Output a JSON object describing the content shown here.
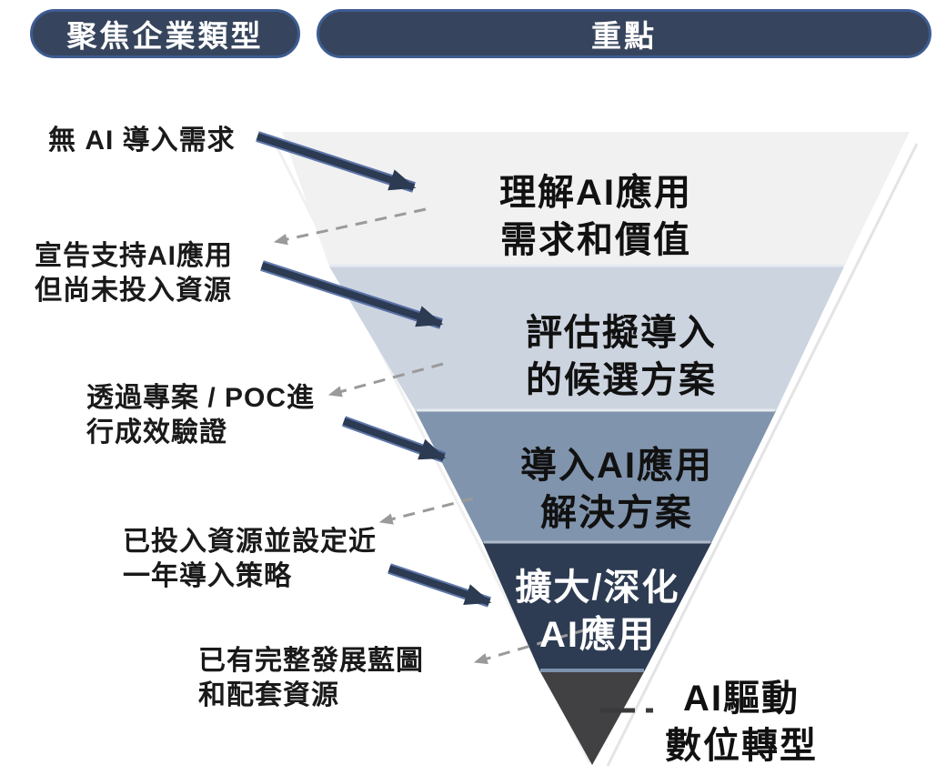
{
  "header": {
    "focus_pill_label": "聚焦企業類型",
    "keypoints_pill_label": "重點"
  },
  "colors": {
    "pill_bg": "#36455d",
    "pill_border": "#3e5c92",
    "pill_text": "#ffffff",
    "level1": "#f1f1f2",
    "level2": "#ccd4e0",
    "level3": "#8094ad",
    "level4": "#2d3c52",
    "level5": "#414042",
    "separator_light": "#e6eaf0",
    "separator_mid": "#aebaca",
    "separator_blue": "#7d92ac",
    "arrow_solid": "#2c3a52",
    "arrow_solid_outline": "#44609c",
    "arrow_dashed": "#9a9a9a",
    "connector_dash": "#3a3a3c",
    "text_dark": "#1a1a1a",
    "text_light": "#ffffff",
    "edge_shadow": "#e4e4e6"
  },
  "funnel": {
    "levels": [
      {
        "id": 1,
        "enterprise_type": [
          "無 AI 導入需求"
        ],
        "key_point": [
          "理解AI應用",
          "需求和價值"
        ],
        "color": "#f1f1f2"
      },
      {
        "id": 2,
        "enterprise_type": [
          "宣告支持AI應用",
          "但尚未投入資源"
        ],
        "key_point": [
          "評估擬導入",
          "的候選方案"
        ],
        "color": "#ccd4e0"
      },
      {
        "id": 3,
        "enterprise_type": [
          "透過專案 / POC進",
          "行成效驗證"
        ],
        "key_point": [
          "導入AI應用",
          "解決方案"
        ],
        "color": "#8094ad"
      },
      {
        "id": 4,
        "enterprise_type": [
          "已投入資源並設定近",
          "一年導入策略"
        ],
        "key_point": [
          "擴大/深化",
          "AI應用"
        ],
        "color": "#2d3c52"
      },
      {
        "id": 5,
        "enterprise_type": [
          "已有完整發展藍圖",
          "和配套資源"
        ],
        "key_point": [
          "AI驅動",
          "數位轉型"
        ],
        "color": "#414042"
      }
    ]
  }
}
